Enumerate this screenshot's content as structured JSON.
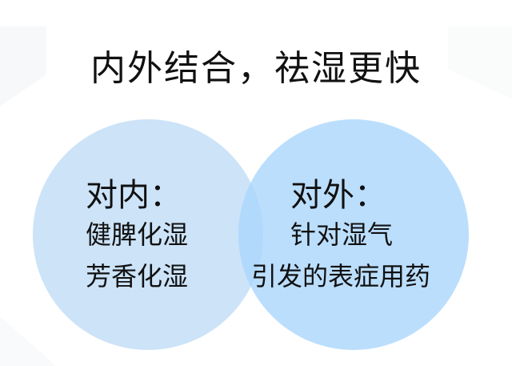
{
  "title": "内外结合，祛湿更快",
  "colors": {
    "left_circle": "#cce3f8",
    "right_circle": "#bbdefd",
    "overlap": "#b5d9f8",
    "text": "#111111",
    "background": "#ffffff"
  },
  "left": {
    "heading": "对内：",
    "lines": [
      "健脾化湿",
      "芳香化湿"
    ]
  },
  "right": {
    "heading": "对外：",
    "lines": [
      "针对湿气",
      "引发的表症用药"
    ]
  }
}
